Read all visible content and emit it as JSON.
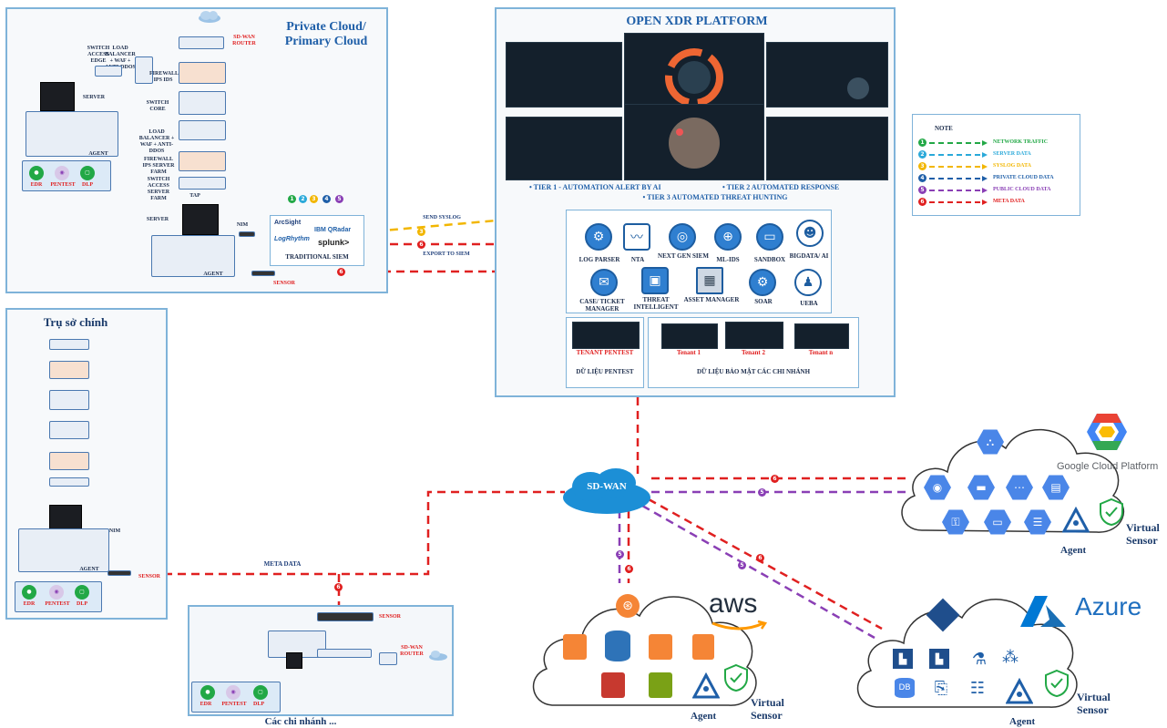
{
  "private_cloud": {
    "title_line1": "Private Cloud/",
    "title_line2": "Primary Cloud",
    "sdwan_router": "SD-WAN ROUTER",
    "load_balancer_waf": "LOAD BALANCER + WAF + ANTI-DDOS",
    "switch_access": "SWITCH ACCESS EDGE",
    "firewall_ids": "FIREWALL IPS IDS",
    "switch_core": "SWITCH CORE",
    "lb2": "LOAD BALANCER + WAF + ANTI-DDOS",
    "firewall_server": "FIREWALL IPS SERVER FARM",
    "switch_server": "SWITCH ACCESS SERVER FARM",
    "server1": "SERVER",
    "server2": "SERVER",
    "agent1": "AGENT",
    "agent2": "AGENT",
    "tap": "TAP",
    "nim": "NIM",
    "edr": "EDR",
    "pentest": "PENTEST",
    "dlp": "DLP",
    "sensor": "SENSOR"
  },
  "siem": {
    "label": "TRADITIONAL SIEM",
    "brands": [
      "ArcSight",
      "IBM QRadar",
      "LogRhythm",
      "splunk>"
    ]
  },
  "flows": {
    "send_syslog": "SEND SYSLOG",
    "export_to_siem": "EXPORT TO SIEM",
    "sensor": "SENSOR",
    "meta_data": "META DATA"
  },
  "xdr": {
    "title": "OPEN XDR PLATFORM",
    "tier1": "• TIER 1 - AUTOMATION ALERT BY AI",
    "tier2": "• TIER 2 AUTOMATED RESPONSE",
    "tier3": "• TIER 3 AUTOMATED THREAT HUNTING",
    "modules": [
      {
        "label": "LOG PARSER",
        "icon": "⚙"
      },
      {
        "label": "NTA",
        "icon": "〰"
      },
      {
        "label": "NEXT GEN SIEM",
        "icon": "◎"
      },
      {
        "label": "ML-IDS",
        "icon": "⊕"
      },
      {
        "label": "SANDBOX",
        "icon": "▭"
      },
      {
        "label": "BIGDATA/ AI",
        "icon": "☻"
      },
      {
        "label": "CASE/ TICKET MANAGER",
        "icon": "✉"
      },
      {
        "label": "THREAT INTELLIGENT",
        "icon": "▣"
      },
      {
        "label": "ASSET MANAGER",
        "icon": "▦"
      },
      {
        "label": "SOAR",
        "icon": "⚙"
      },
      {
        "label": "UEBA",
        "icon": "♟"
      }
    ],
    "tenant_pentest": "TENANT PENTEST",
    "pentest_data": "DỮ LIỆU PENTEST",
    "tenants": [
      "Tenant 1",
      "Tenant 2",
      "Tenant n"
    ],
    "branch_data": "DỮ LIỆU BẢO MẬT CÁC CHI NHÁNH"
  },
  "note": {
    "title": "NOTE",
    "rows": [
      {
        "n": "1",
        "label": "NETWORK TRAFFIC",
        "color": "#22a846"
      },
      {
        "n": "2",
        "label": "SERVER DATA",
        "color": "#2aa9d9"
      },
      {
        "n": "3",
        "label": "SYSLOG DATA",
        "color": "#f2b600"
      },
      {
        "n": "4",
        "label": "PRIVATE CLOUD DATA",
        "color": "#1f5fa8"
      },
      {
        "n": "5",
        "label": "PUBLIC CLOUD DATA",
        "color": "#8a3fb5"
      },
      {
        "n": "6",
        "label": "META DATA",
        "color": "#e02020"
      }
    ]
  },
  "hq": {
    "title": "Trụ sở chính",
    "nim": "NIM",
    "sensor": "SENSOR",
    "agent": "AGENT",
    "edr": "EDR",
    "pentest": "PENTEST",
    "dlp": "DLP"
  },
  "branches": {
    "title": "Các chi nhánh ...",
    "sensor": "SENSOR",
    "sdwan_router": "SD-WAN ROUTER",
    "edr": "EDR",
    "pentest": "PENTEST",
    "dlp": "DLP"
  },
  "sdwan": {
    "label": "SD-WAN"
  },
  "gcp": {
    "brand": "Google Cloud Platform",
    "agent": "Agent",
    "virtual": "Virtual",
    "sensor": "Sensor"
  },
  "aws": {
    "brand": "aws",
    "agent": "Agent",
    "virtual": "Virtual",
    "sensor": "Sensor"
  },
  "azure": {
    "brand": "Azure",
    "agent": "Agent",
    "virtual": "Virtual",
    "sensor": "Sensor"
  },
  "colors": {
    "meta": "#e02020",
    "public": "#8a3fb5",
    "syslog": "#f2b600",
    "network": "#22a846",
    "server": "#2aa9d9",
    "private": "#1f5fa8"
  }
}
